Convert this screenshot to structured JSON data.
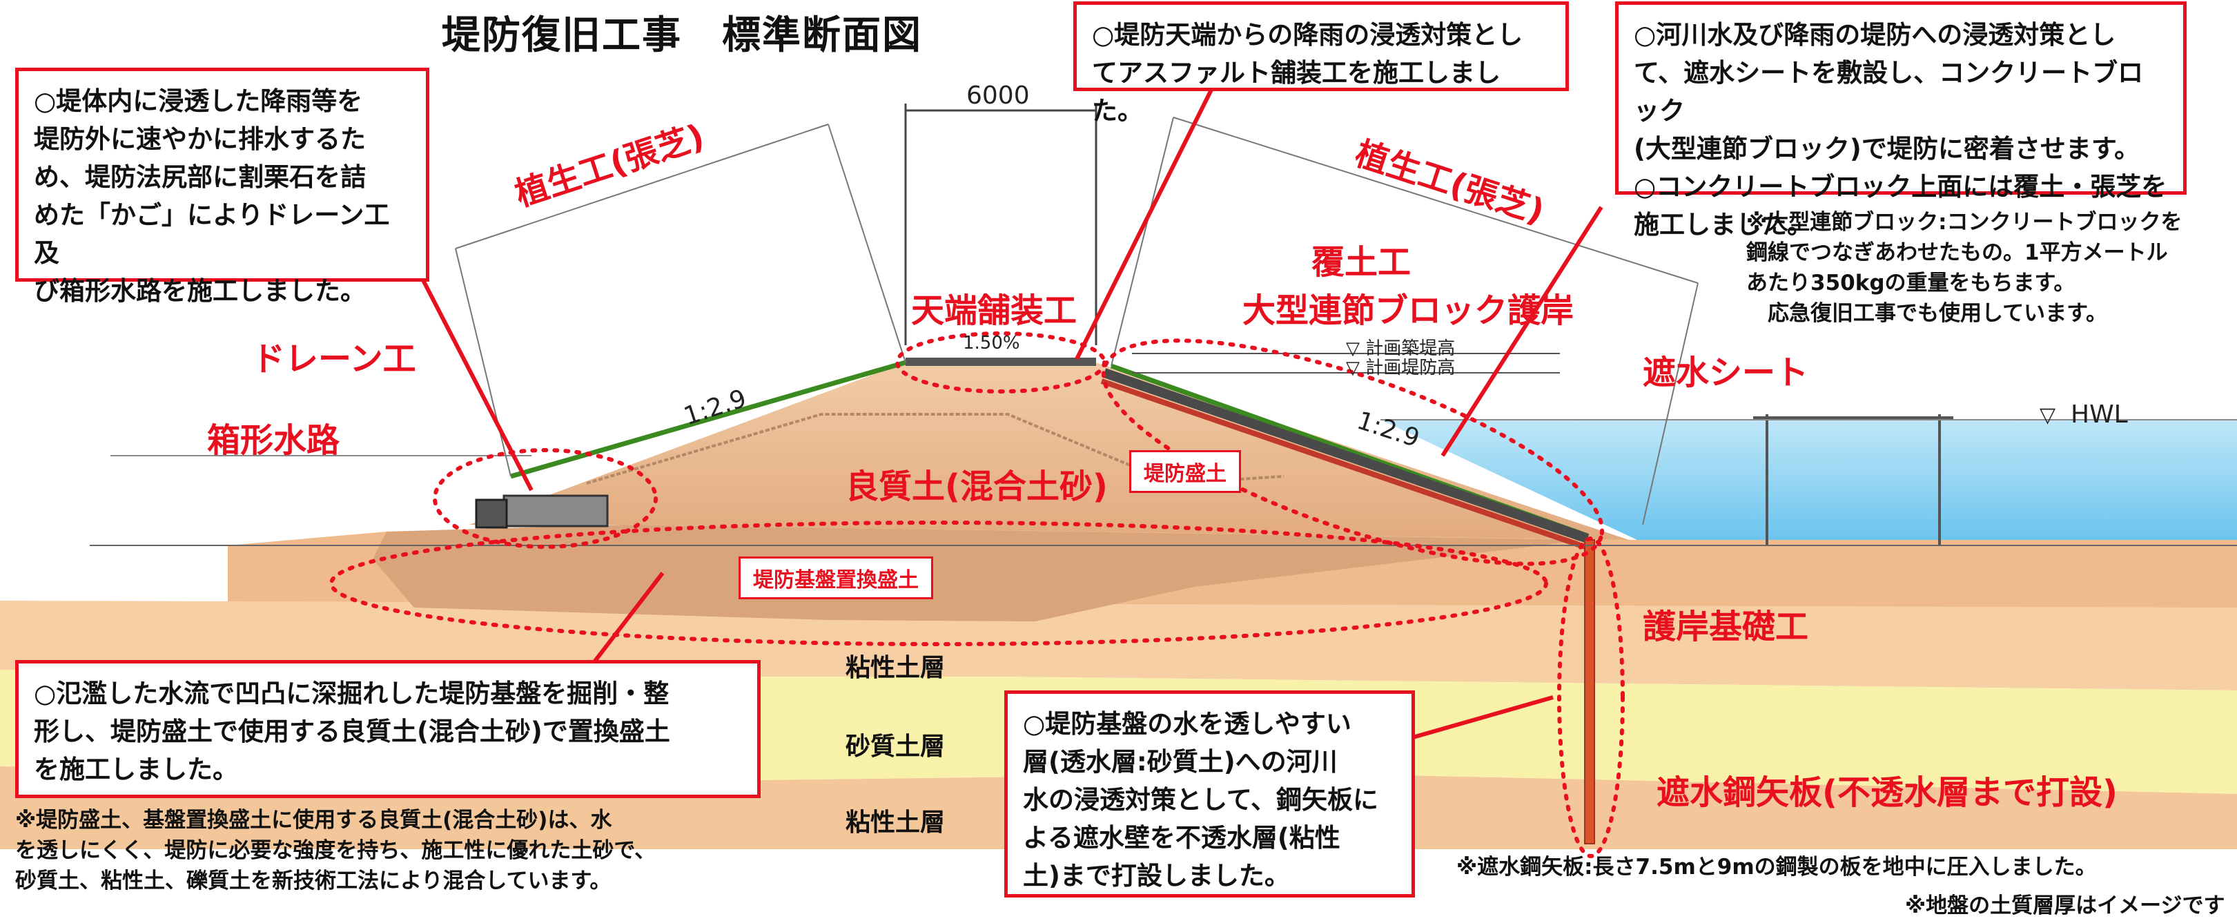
{
  "title": "堤防復旧工事　標準断面図",
  "callouts": {
    "drain": "○堤体内に浸透した降雨等を\n堤防外に速やかに排水するた\nめ、堤防法尻部に割栗石を詰\nめた「かご」によりドレーン工及\nび箱形水路を施工しました。",
    "crest": "○堤防天端からの降雨の浸透対策とし\nてアスファルト舗装工を施工しました。",
    "river": "○河川水及び降雨の堤防への浸透対策とし\nて、遮水シートを敷設し、コンクリートブロック\n(大型連節ブロック)で堤防に密着させます。\n○コンクリートブロック上面には覆土・張芝を\n施工しました。",
    "foundation": "○氾濫した水流で凹凸に深掘れした堤防基盤を掘削・整\n形し、堤防盛土で使用する良質土(混合土砂)で置換盛土\nを施工しました。",
    "sheetpile": "○堤防基盤の水を透しやすい\n層(透水層:砂質土)への河川\n水の浸透対策として、鋼矢板に\nよる遮水壁を不透水層(粘性\n土)まで打設しました。"
  },
  "notes": {
    "block": "※大型連節ブロック:コンクリートブロックを\n鋼線でつなぎあわせたもの。1平方メートル\nあたり350kgの重量をもちます。\n　応急復旧工事でも使用しています。",
    "soil": "※堤防盛土、基盤置換盛土に使用する良質土(混合土砂)は、水\nを透しにくく、堤防に必要な強度を持ち、施工性に優れた土砂で、\n砂質土、粘性土、礫質土を新技術工法により混合しています。",
    "steel": "※遮水鋼矢板:長さ7.5mと9mの鋼製の板を地中に圧入しました。",
    "image": "※地盤の土質層厚はイメージです"
  },
  "labels": {
    "veg_left": "植生工(張芝)",
    "veg_right": "植生工(張芝)",
    "drain_work": "ドレーン工",
    "box_channel": "箱形水路",
    "crest_paving": "天端舗装工",
    "cover_soil": "覆土工",
    "block_revetment": "大型連節ブロック護岸",
    "water_sheet": "遮水シート",
    "good_soil": "良質土(混合土砂)",
    "embankment": "堤防盛土",
    "base_replace": "堤防基盤置換盛土",
    "revetment_base": "護岸基礎工",
    "steel_sheet": "遮水鋼矢板(不透水層まで打設)"
  },
  "layers": {
    "clay_upper": "粘性土層",
    "sand": "砂質土層",
    "clay_lower": "粘性土層"
  },
  "dims": {
    "crest_width": "6000",
    "slope_left": "1:2.9",
    "slope_right": "1:2.9",
    "crest_slope": "1.50%",
    "plan_build": "▽ 計画築堤高",
    "plan_levee": "▽ 計画堤防高",
    "hwl": "HWL"
  },
  "colors": {
    "callout_border": "#e8101e",
    "red_text": "#e8101e",
    "levee_fill": "#e8b48a",
    "base_fill": "#d9a77c",
    "clay_fill": "#f4c79a",
    "sand_fill": "#f7f0a6",
    "water": "#8fd3f2",
    "grass": "#3a8a1f",
    "sheet": "#c0392b"
  }
}
